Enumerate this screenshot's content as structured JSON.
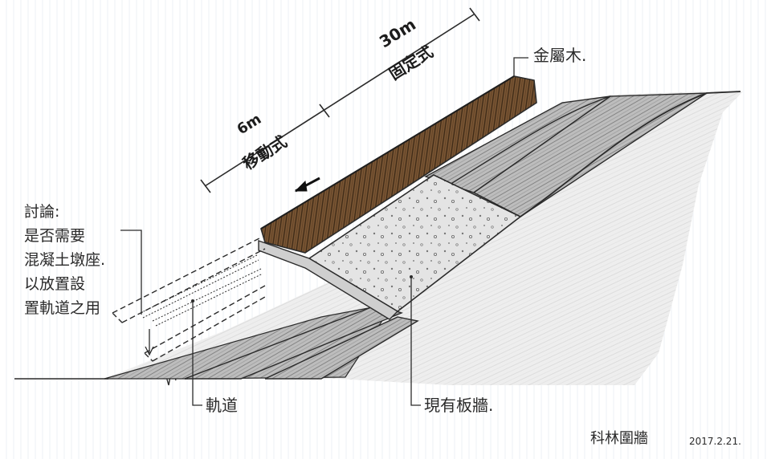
{
  "annotations": {
    "length_total": "30m",
    "label_fixed": "固定式",
    "length_movable": "6m",
    "label_movable": "移動式",
    "hoarding_label": "金屬木.",
    "discussion_lines": [
      "討論:",
      "是否需要",
      "混凝土墩座.",
      "以放置設",
      "置軌道之用"
    ],
    "track_label": "軌道",
    "retaining_wall_label": "現有板牆.",
    "signature": "科林圍牆",
    "date": "2017.2.21."
  },
  "colors": {
    "pencil": "#2b2b2b",
    "wood": "#6b4a2b",
    "wood_dark": "#3e2a17",
    "ground_grey": "#9a9a9a",
    "paper_line": "#e3e7ef"
  }
}
